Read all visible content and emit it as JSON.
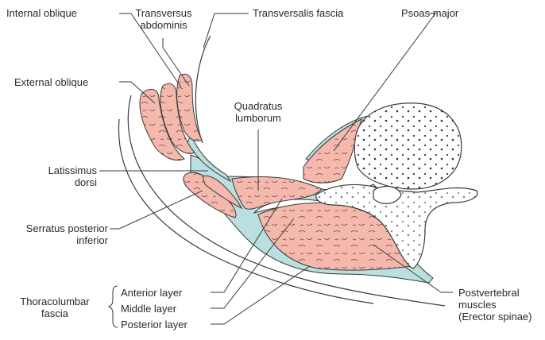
{
  "labels": {
    "internal_oblique": "Internal oblique",
    "transversus_line1": "Transversus",
    "transversus_line2": "abdominis",
    "transversalis_fascia": "Transversalis fascia",
    "psoas_major": "Psoas major",
    "external_oblique": "External oblique",
    "quadratus_line1": "Quadratus",
    "quadratus_line2": "lumborum",
    "latissimus_line1": "Latissimus",
    "latissimus_line2": "dorsi",
    "serratus_line1": "Serratus posterior",
    "serratus_line2": "inferior",
    "thoracolumbar_line1": "Thoracolumbar",
    "thoracolumbar_line2": "fascia",
    "anterior_layer": "Anterior layer",
    "middle_layer": "Middle layer",
    "posterior_layer": "Posterior layer",
    "postvertebral_line1": "Postvertebral",
    "postvertebral_line2": "muscles",
    "postvertebral_line3": "(Erector spinae)"
  },
  "colors": {
    "muscle_fill": "#f4b8ad",
    "fascia_fill": "#b9dfe0",
    "outline": "#3a3a3a",
    "bone_fill": "#ffffff",
    "leader": "#3a3a3a"
  }
}
